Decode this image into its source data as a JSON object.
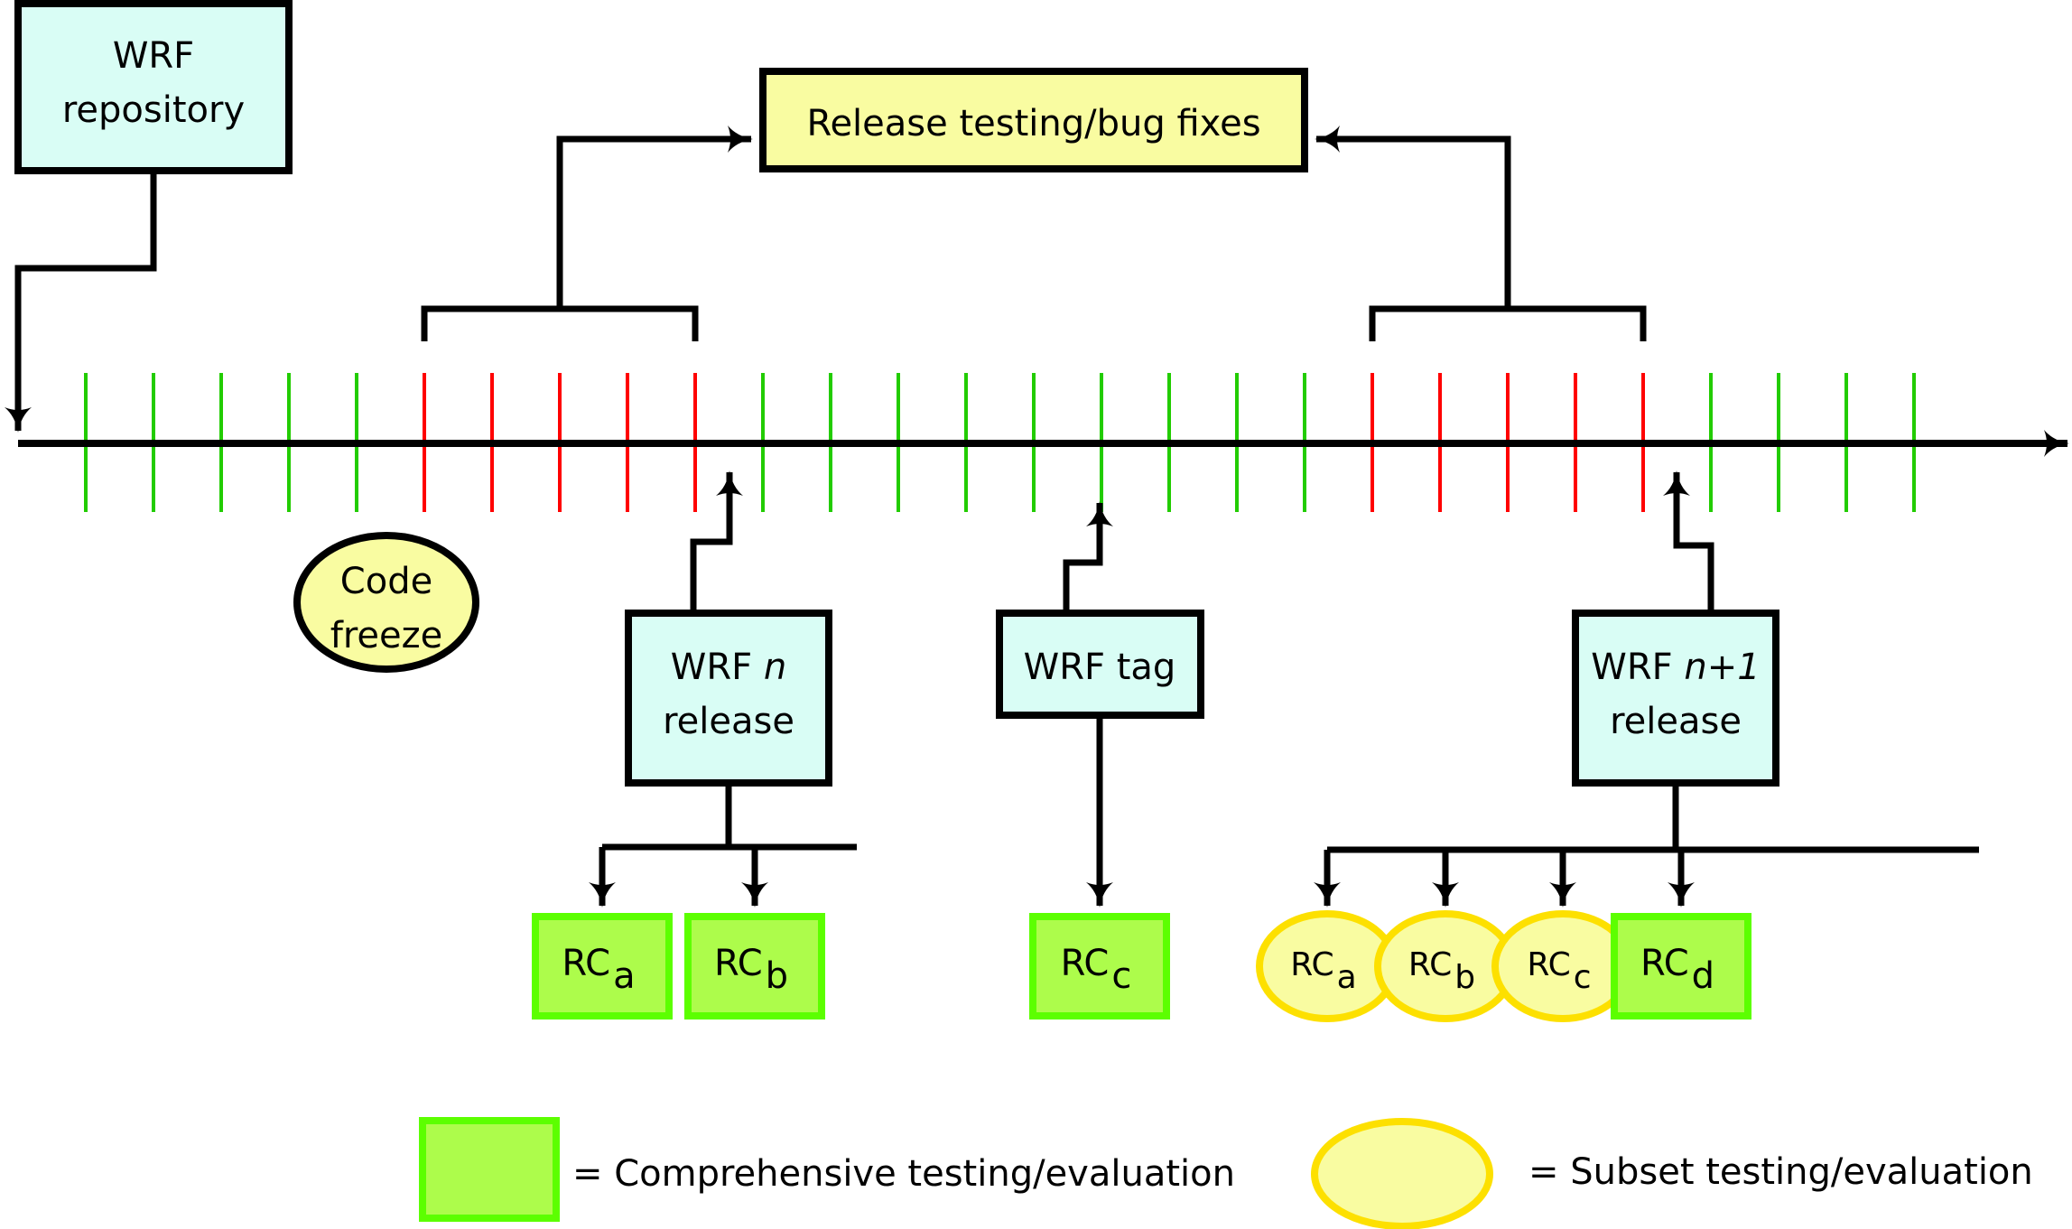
{
  "colors": {
    "process_fill": "#d9fdf5",
    "highlight_fill": "#f9fca1",
    "comprehensive_fill": "#adfc4b",
    "comprehensive_stroke": "#5cff00",
    "subset_fill": "#f9fca1",
    "subset_stroke": "#fde000",
    "tick_regular": "#22cc00",
    "tick_release": "#ff0000",
    "line": "#000000"
  },
  "nodes": {
    "repository": {
      "line1": "WRF",
      "line2": "repository"
    },
    "release_testing": {
      "label": "Release testing/bug fixes"
    },
    "code_freeze": {
      "line1": "Code",
      "line2": "freeze"
    },
    "release_n": {
      "line1_prefix": "WRF ",
      "line1_italic": "n",
      "line2": "release"
    },
    "tag": {
      "label": "WRF tag"
    },
    "release_n1": {
      "line1_prefix": "WRF ",
      "line1_italic": "n+1",
      "line2": "release"
    }
  },
  "timeline": {
    "ticks": [
      "regular",
      "regular",
      "regular",
      "regular",
      "regular",
      "release",
      "release",
      "release",
      "release",
      "release",
      "regular",
      "regular",
      "regular",
      "regular",
      "regular",
      "regular",
      "regular",
      "regular",
      "regular",
      "release",
      "release",
      "release",
      "release",
      "release",
      "regular",
      "regular",
      "regular",
      "regular"
    ]
  },
  "release_candidates": {
    "release_n": [
      {
        "base": "RC",
        "sub": "a",
        "type": "comprehensive"
      },
      {
        "base": "RC",
        "sub": "b",
        "type": "comprehensive"
      }
    ],
    "tag": [
      {
        "base": "RC",
        "sub": "c",
        "type": "comprehensive"
      }
    ],
    "release_n1": [
      {
        "base": "RC",
        "sub": "a",
        "type": "subset"
      },
      {
        "base": "RC",
        "sub": "b",
        "type": "subset"
      },
      {
        "base": "RC",
        "sub": "c",
        "type": "subset"
      },
      {
        "base": "RC",
        "sub": "d",
        "type": "comprehensive"
      }
    ]
  },
  "legend": {
    "comprehensive": "= Comprehensive testing/evaluation",
    "subset": "= Subset testing/evaluation"
  }
}
